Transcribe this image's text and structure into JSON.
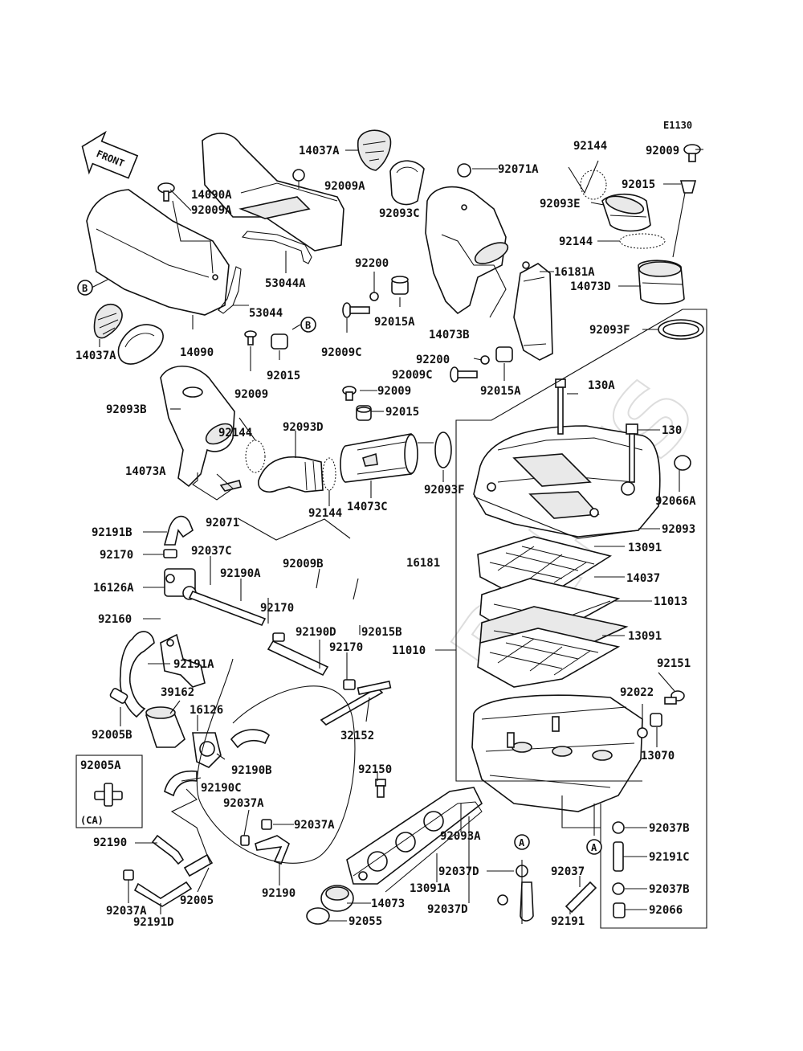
{
  "diagram": {
    "code": "E1130",
    "front_label": "FRONT",
    "watermark": "PARTS",
    "callouts": {
      "A": "A",
      "B": "B"
    },
    "ca_note": "(CA)",
    "labels": {
      "l14037A_top": "14037A",
      "l92009A_top": "92009A",
      "l92071A": "92071A",
      "l92144_top": "92144",
      "l92009_top": "92009",
      "l92015_top": "92015",
      "l92093E": "92093E",
      "l92144_mid": "92144",
      "l16181A": "16181A",
      "l14073D": "14073D",
      "l92093F_r": "92093F",
      "l14090A": "14090A",
      "l92009A_left": "92009A",
      "l92093C": "92093C",
      "l92200_a": "92200",
      "l53044A": "53044A",
      "l53044": "53044",
      "l92015A_a": "92015A",
      "l14073B": "14073B",
      "l14090": "14090",
      "l92009C_a": "92009C",
      "l92200_b": "92200",
      "l92009C_b": "92009C",
      "l14037A_left": "14037A",
      "l92009_b": "92009",
      "l92015_b": "92015",
      "l92015A_b": "92015A",
      "l92009_c": "92009",
      "l92015_c": "92015",
      "l130A": "130A",
      "l92093B": "92093B",
      "l92144_a": "92144",
      "l92093D": "92093D",
      "l130": "130",
      "l14073A": "14073A",
      "l92066A": "92066A",
      "l92093F_c": "92093F",
      "l92144_b": "92144",
      "l14073C": "14073C",
      "l92071": "92071",
      "l92093": "92093",
      "l92191B": "92191B",
      "l13091_a": "13091",
      "l92170_a": "92170",
      "l92037C": "92037C",
      "l92009B": "92009B",
      "l16181": "16181",
      "l16126A": "16126A",
      "l92190A": "92190A",
      "l14037": "14037",
      "l92170_b": "92170",
      "l11013": "11013",
      "l92160": "92160",
      "l92190D": "92190D",
      "l92015B": "92015B",
      "l11010": "11010",
      "l92170_c": "92170",
      "l13091_b": "13091",
      "l92191A": "92191A",
      "l92151": "92151",
      "l39162": "39162",
      "l16126": "16126",
      "l92022": "92022",
      "l92005B": "92005B",
      "l32152": "32152",
      "l13070": "13070",
      "l92190B": "92190B",
      "l92005A": "92005A",
      "l92190C": "92190C",
      "l92150": "92150",
      "l92037A_a": "92037A",
      "l92037A_b": "92037A",
      "l92037B_a": "92037B",
      "l92093A": "92093A",
      "l92191C": "92191C",
      "l92190_a": "92190",
      "l92037D_a": "92037D",
      "l92037": "92037",
      "l92190_b": "92190",
      "l92005": "92005",
      "l13091A": "13091A",
      "l92037B_b": "92037B",
      "l14073": "14073",
      "l92037D_b": "92037D",
      "l92037A_c": "92037A",
      "l92066": "92066",
      "l92191D": "92191D",
      "l92055": "92055",
      "l92191": "92191"
    }
  }
}
